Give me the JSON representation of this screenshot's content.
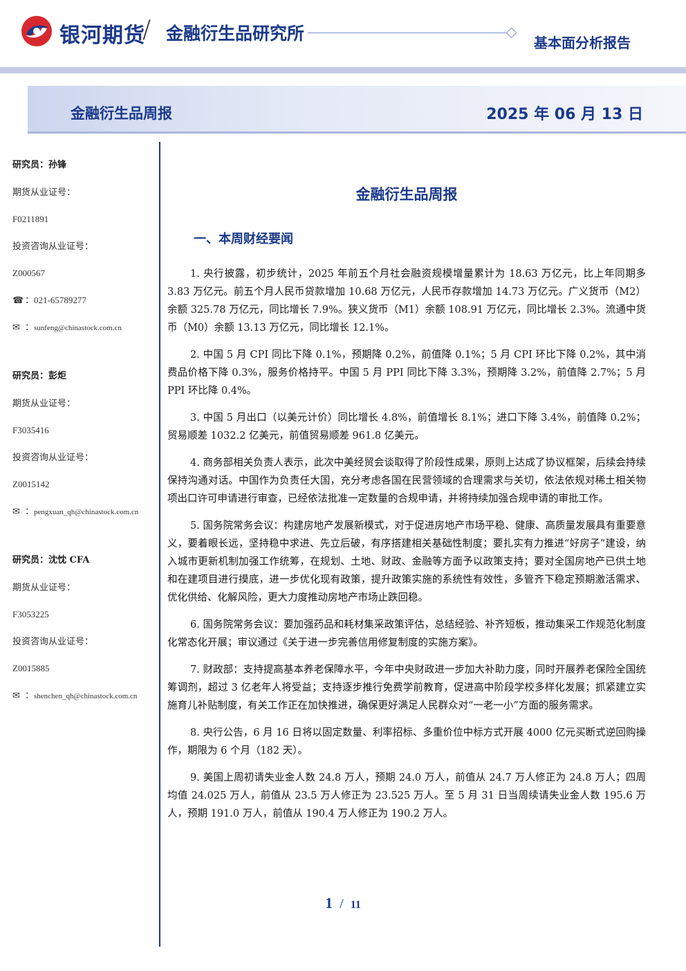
{
  "header": {
    "brand": "银河期货",
    "slash": "/",
    "institute": "金融衍生品研究所",
    "report_type": "基本面分析报告"
  },
  "title_bar": {
    "left": "金融衍生品周报",
    "date": "2025 年 06 月 13 日"
  },
  "analysts": [
    {
      "name": "研究员：孙锋",
      "cert1_label": "期货从业证号：",
      "cert1": "F0211891",
      "cert2_label": "投资咨询从业证号：",
      "cert2": "Z000567",
      "phone_prefix": "：",
      "phone": "021-65789277",
      "email_prefix": "：",
      "email": "sunfeng@chinastock.com.cn"
    },
    {
      "name": "研究员：彭炬",
      "cert1_label": "期货从业证号：",
      "cert1": "F3035416",
      "cert2_label": "投资咨询从业证号：",
      "cert2": "Z0015142",
      "email_prefix": "：",
      "email": "pengxuan_qh@chinastock.com.cn"
    },
    {
      "name": "研究员：沈忱  CFA",
      "cert1_label": "期货从业证号：",
      "cert1": "F3053225",
      "cert2_label": "投资咨询从业证号：",
      "cert2": "Z0015885",
      "email_prefix": "：",
      "email": "shenchen_qh@chinastock.com.cn"
    }
  ],
  "icons": {
    "phone": "phone-icon",
    "mail": "mail-icon"
  },
  "main": {
    "title": "金融衍生品周报",
    "section": "一、本周财经要闻",
    "paragraphs": [
      "1. 央行披露，初步统计，2025 年前五个月社会融资规模增量累计为 18.63 万亿元，比上年同期多 3.83 万亿元。前五个月人民币贷款增加 10.68 万亿元，人民币存款增加 14.73 万亿元。广义货币（M2）余额 325.78 万亿元，同比增长 7.9%。狭义货币（M1）余额 108.91 万亿元，同比增长 2.3%。流通中货币（M0）余额 13.13 万亿元，同比增长 12.1%。",
      "2. 中国 5 月 CPI 同比下降 0.1%，预期降 0.2%，前值降 0.1%；5 月 CPI 环比下降 0.2%，其中消费品价格下降 0.3%，服务价格持平。中国 5 月 PPI 同比下降 3.3%，预期降 3.2%，前值降 2.7%；5 月 PPI 环比降 0.4%。",
      "3. 中国 5 月出口（以美元计价）同比增长 4.8%，前值增长 8.1%；进口下降 3.4%，前值降 0.2%；贸易顺差 1032.2 亿美元，前值贸易顺差 961.8 亿美元。",
      "4. 商务部相关负责人表示，此次中美经贸会谈取得了阶段性成果，原则上达成了协议框架，后续会持续保持沟通对话。中国作为负责任大国，充分考虑各国在民营领域的合理需求与关切，依法依规对稀土相关物项出口许可申请进行审查，已经依法批准一定数量的合规申请，并将持续加强合规申请的审批工作。",
      "5. 国务院常务会议：构建房地产发展新模式，对于促进房地产市场平稳、健康、高质量发展具有重要意义，要着眼长远，坚持稳中求进、先立后破，有序搭建相关基础性制度；要扎实有力推进“好房子”建设，纳入城市更新机制加强工作统筹，在规划、土地、财政、金融等方面予以政策支持；要对全国房地产已供土地和在建项目进行摸底，进一步优化现有政策，提升政策实施的系统性有效性，多管齐下稳定预期激活需求、优化供给、化解风险，更大力度推动房地产市场止跌回稳。",
      "6. 国务院常务会议：要加强药品和耗材集采政策评估，总结经验、补齐短板，推动集采工作规范化制度化常态化开展；审议通过《关于进一步完善信用修复制度的实施方案》。",
      "7. 财政部：支持提高基本养老保障水平，今年中央财政进一步加大补助力度，同时开展养老保险全国统筹调剂，超过 3 亿老年人将受益；支持逐步推行免费学前教育，促进高中阶段学校多样化发展；抓紧建立实施育儿补贴制度，有关工作正在加快推进，确保更好满足人民群众对“一老一小”方面的服务需求。",
      "8. 央行公告，6 月 16 日将以固定数量、利率招标、多重价位中标方式开展 4000 亿元买断式逆回购操作，期限为 6 个月（182 天）。",
      "9. 美国上周初请失业金人数 24.8 万人，预期 24.0 万人，前值从 24.7 万人修正为 24.8 万人；四周均值 24.025 万人，前值从 23.5 万人修正为 23.525 万人。至 5 月 31 日当周续请失业金人数 195.6 万人，预期 191.0 万人，前值从 190.4 万人修正为 190.2 万人。"
    ]
  },
  "pager": {
    "current": "1",
    "separator": "/",
    "total": "11"
  },
  "colors": {
    "brand_blue": "#1c3a8a",
    "logo_red": "#d7282f",
    "band": "#c3cbe6"
  }
}
